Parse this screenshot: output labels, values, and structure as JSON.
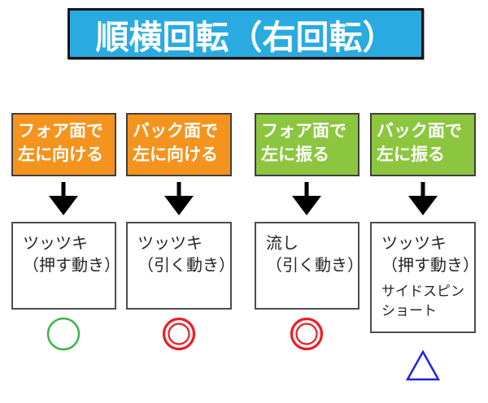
{
  "title": {
    "label": "順横回転（右回転）",
    "bg_color": "#29ABE2",
    "text_color": "#FFFFFF"
  },
  "columns": [
    {
      "header": {
        "lines": [
          "フォア面で",
          "左に向ける"
        ],
        "bg_color": "#F4941E"
      },
      "box": {
        "lines": [
          "ツッツキ",
          "（押す動き）"
        ]
      },
      "rating": {
        "symbol": "circle",
        "color": "#3CB54A"
      }
    },
    {
      "header": {
        "lines": [
          "バック面で",
          "左に向ける"
        ],
        "bg_color": "#F4941E"
      },
      "box": {
        "lines": [
          "ツッツキ",
          "（引く動き）"
        ]
      },
      "rating": {
        "symbol": "double-circle",
        "color": "#ED1C24"
      }
    },
    {
      "header": {
        "lines": [
          "フォア面で",
          "左に振る"
        ],
        "bg_color": "#8CC63F"
      },
      "box": {
        "lines": [
          "流し",
          "（引く動き）"
        ]
      },
      "rating": {
        "symbol": "double-circle",
        "color": "#ED1C24"
      }
    },
    {
      "header": {
        "lines": [
          "バック面で",
          "左に振る"
        ],
        "bg_color": "#8CC63F"
      },
      "box": {
        "lines": [
          "ツッツキ",
          "（押す動き）"
        ],
        "sub_lines": [
          "サイドスピン",
          "ショート"
        ]
      },
      "rating": {
        "symbol": "triangle",
        "color": "#2222E0"
      }
    }
  ]
}
